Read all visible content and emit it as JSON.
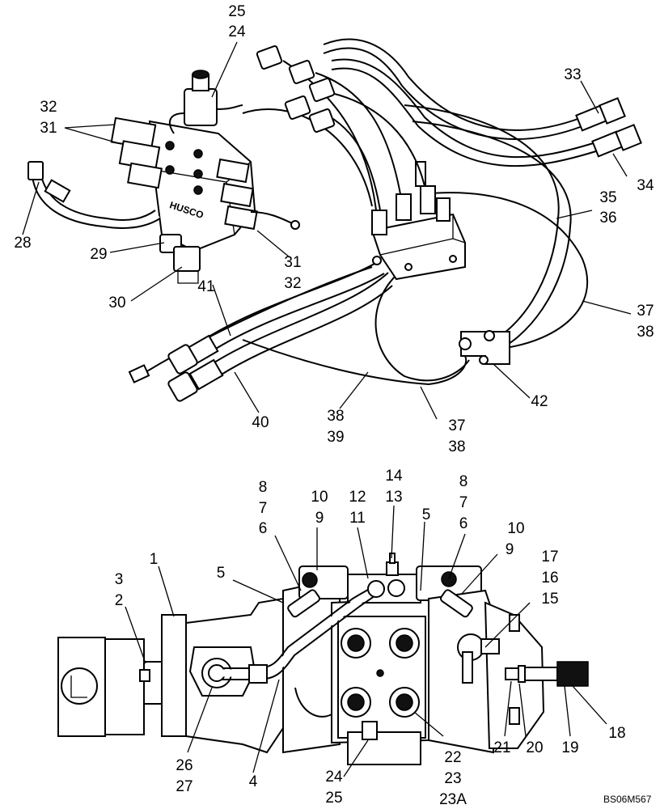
{
  "callouts": [
    {
      "id": "c25a",
      "lines": [
        "25",
        "24"
      ]
    },
    {
      "id": "c33",
      "lines": [
        "33"
      ]
    },
    {
      "id": "c32a",
      "lines": [
        "32",
        "31"
      ]
    },
    {
      "id": "c34",
      "lines": [
        "34"
      ]
    },
    {
      "id": "c35",
      "lines": [
        "35",
        "36"
      ]
    },
    {
      "id": "c28",
      "lines": [
        "28"
      ]
    },
    {
      "id": "c29",
      "lines": [
        "29"
      ]
    },
    {
      "id": "c31b",
      "lines": [
        "31",
        "32"
      ]
    },
    {
      "id": "c30",
      "lines": [
        "30"
      ]
    },
    {
      "id": "c41",
      "lines": [
        "41"
      ]
    },
    {
      "id": "c37a",
      "lines": [
        "37",
        "38"
      ]
    },
    {
      "id": "c42",
      "lines": [
        "42"
      ]
    },
    {
      "id": "c40",
      "lines": [
        "40"
      ]
    },
    {
      "id": "c38",
      "lines": [
        "38",
        "39"
      ]
    },
    {
      "id": "c37b",
      "lines": [
        "37",
        "38"
      ]
    },
    {
      "id": "c14",
      "lines": [
        "14",
        "13"
      ]
    },
    {
      "id": "c8a",
      "lines": [
        "8",
        "7",
        "6"
      ]
    },
    {
      "id": "c10a",
      "lines": [
        "10",
        "9"
      ]
    },
    {
      "id": "c12",
      "lines": [
        "12",
        "11"
      ]
    },
    {
      "id": "c5b",
      "lines": [
        "5"
      ]
    },
    {
      "id": "c8b",
      "lines": [
        "8",
        "7",
        "6"
      ]
    },
    {
      "id": "c10b",
      "lines": [
        "10",
        "9"
      ]
    },
    {
      "id": "c17",
      "lines": [
        "17",
        "16",
        "15"
      ]
    },
    {
      "id": "c3",
      "lines": [
        "3",
        "2"
      ]
    },
    {
      "id": "c1",
      "lines": [
        "1"
      ]
    },
    {
      "id": "c5a",
      "lines": [
        "5"
      ]
    },
    {
      "id": "c18",
      "lines": [
        "18"
      ]
    },
    {
      "id": "c19",
      "lines": [
        "19"
      ]
    },
    {
      "id": "c20",
      "lines": [
        "20"
      ]
    },
    {
      "id": "c21",
      "lines": [
        "21"
      ]
    },
    {
      "id": "c22",
      "lines": [
        "22",
        "23",
        "23A"
      ]
    },
    {
      "id": "c24b",
      "lines": [
        "24",
        "25"
      ]
    },
    {
      "id": "c26",
      "lines": [
        "26",
        "27"
      ]
    },
    {
      "id": "c4",
      "lines": [
        "4"
      ]
    }
  ],
  "valve_label": "HUSCO",
  "drawing_ref": "BS06M567"
}
